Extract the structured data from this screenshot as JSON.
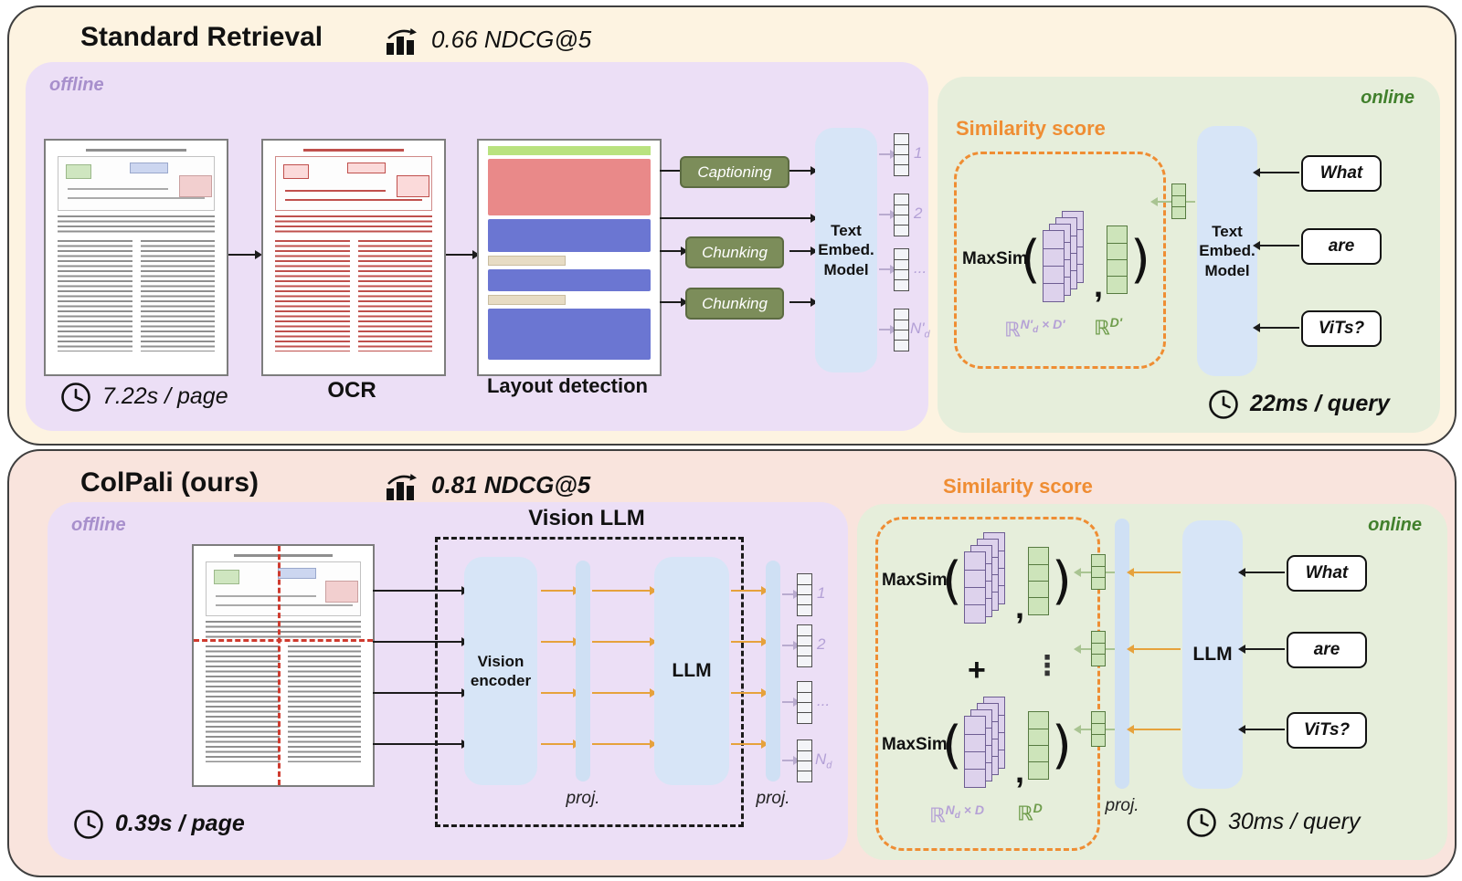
{
  "standard": {
    "title": "Standard Retrieval",
    "metric": "0.66 NDCG@5",
    "offline": {
      "label": "offline",
      "ocr_label": "OCR",
      "layout_label": "Layout detection",
      "pills": {
        "captioning": "Captioning",
        "chunking_a": "Chunking",
        "chunking_b": "Chunking"
      },
      "model_line1": "Text",
      "model_line2": "Embed.",
      "model_line3": "Model",
      "emb_1": "1",
      "emb_2": "2",
      "emb_dots": "...",
      "emb_n_main": "N'",
      "emb_n_sub": "d",
      "time": "7.22s / page"
    },
    "online": {
      "label": "online",
      "similarity_title": "Similarity score",
      "maxsim": "MaxSim",
      "paren_open": "(",
      "comma": ",",
      "paren_close": ")",
      "dim_matrix_r": "ℝ",
      "dim_matrix_main": "N'",
      "dim_matrix_sub": "d",
      "dim_matrix_rest": " × D'",
      "dim_vec_r": "ℝ",
      "dim_vec_sup": "D'",
      "model_line1": "Text",
      "model_line2": "Embed.",
      "model_line3": "Model",
      "query_1": "What",
      "query_2": "are",
      "query_3": "ViTs?",
      "time": "22ms / query"
    }
  },
  "colpali": {
    "title": "ColPali (ours)",
    "metric": "0.81 NDCG@5",
    "similarity_title": "Similarity score",
    "offline": {
      "label": "offline",
      "vision_llm_label": "Vision LLM",
      "encoder_line1": "Vision",
      "encoder_line2": "encoder",
      "llm": "LLM",
      "proj_a": "proj.",
      "proj_b": "proj.",
      "emb_1": "1",
      "emb_2": "2",
      "emb_dots": "...",
      "emb_n_main": "N",
      "emb_n_sub": "d",
      "time": "0.39s / page"
    },
    "online": {
      "label": "online",
      "maxsim_1": "MaxSim",
      "maxsim_2": "MaxSim",
      "plus": "+",
      "vdots": "⋮",
      "paren_open": "(",
      "comma": ",",
      "paren_close": ")",
      "dim_matrix_r": "ℝ",
      "dim_matrix_main": "N",
      "dim_matrix_sub": "d",
      "dim_matrix_rest": " × D",
      "dim_vec_r": "ℝ",
      "dim_vec_sup": "D",
      "llm": "LLM",
      "proj": "proj.",
      "query_1": "What",
      "query_2": "are",
      "query_3": "ViTs?",
      "time": "30ms / query"
    }
  }
}
